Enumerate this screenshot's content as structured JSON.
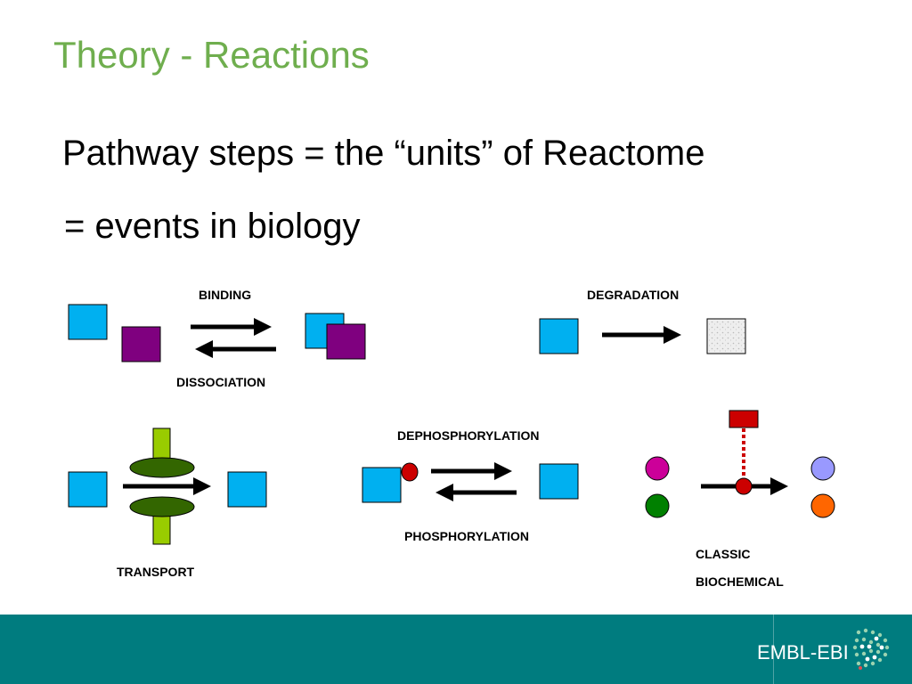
{
  "slide": {
    "title": "Theory - Reactions",
    "subtitle_line1": "Pathway steps = the “units” of Reactome",
    "subtitle_line2": "= events in biology"
  },
  "diagram": {
    "labels": {
      "binding": "BINDING",
      "dissociation": "DISSOCIATION",
      "degradation": "DEGRADATION",
      "dephosphorylation": "DEPHOSPHORYLATION",
      "phosphorylation": "PHOSPHORYLATION",
      "transport": "TRANSPORT",
      "classic": "CLASSIC",
      "biochemical": "BIOCHEMICAL"
    },
    "colors": {
      "blue": "#00b0f0",
      "purple": "#7f007f",
      "lime": "#99cc00",
      "dark_green": "#336600",
      "red": "#cc0000",
      "magenta": "#cc0099",
      "green": "#008000",
      "lavender": "#9999ff",
      "orange": "#ff6600",
      "degraded_gray": "#eeeeee"
    }
  },
  "footer": {
    "brand": "EMBL-EBI",
    "background": "#007c7f",
    "logo_icon": "embl-ebi-dna-logo-icon"
  }
}
